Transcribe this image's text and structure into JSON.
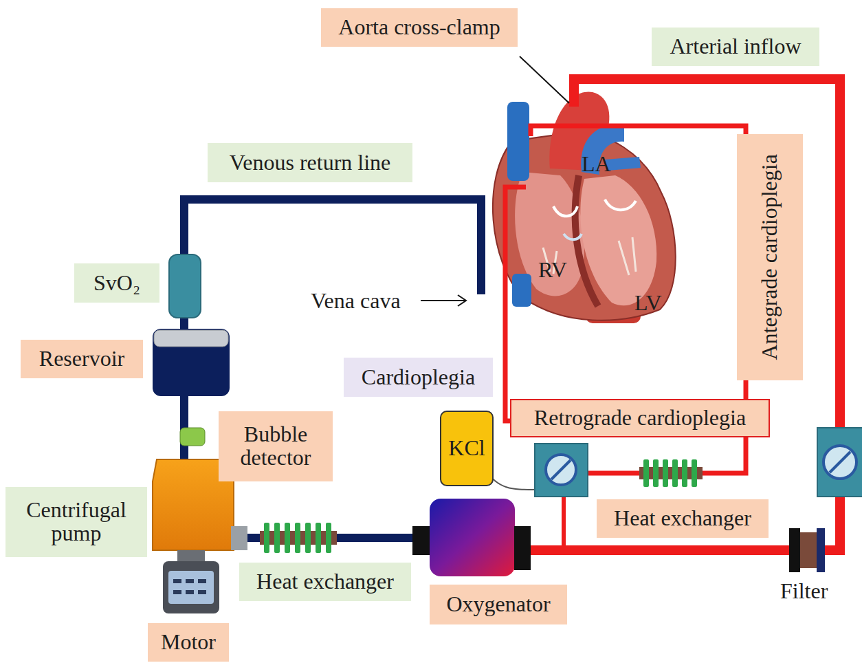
{
  "diagram": {
    "nodes": [
      {
        "text": [
          "Aorta cross-clamp"
        ]
      },
      {
        "text": [
          "Arterial inflow"
        ]
      },
      {
        "text": [
          "Venous return line"
        ]
      },
      {
        "text": [
          "Antegrade cardioplegia"
        ]
      },
      {
        "text": [
          "SvO₂"
        ]
      },
      {
        "text": [
          "Reservoir"
        ]
      },
      {
        "text": [
          "Cardioplegia"
        ]
      },
      {
        "text": [
          "Bubble detector"
        ]
      },
      {
        "text": [
          "KCl"
        ]
      },
      {
        "text": [
          "Retrograde cardioplegia"
        ]
      },
      {
        "text": [
          "Centrifugal pump"
        ]
      },
      {
        "text": [
          "Heat exchanger"
        ]
      },
      {
        "text": [
          "Heat exchanger"
        ]
      },
      {
        "text": [
          "Oxygenator"
        ]
      },
      {
        "text": [
          "Motor"
        ]
      }
    ],
    "labels": [
      "Vena cava",
      "LA",
      "RV",
      "LV",
      "Filter"
    ]
  }
}
